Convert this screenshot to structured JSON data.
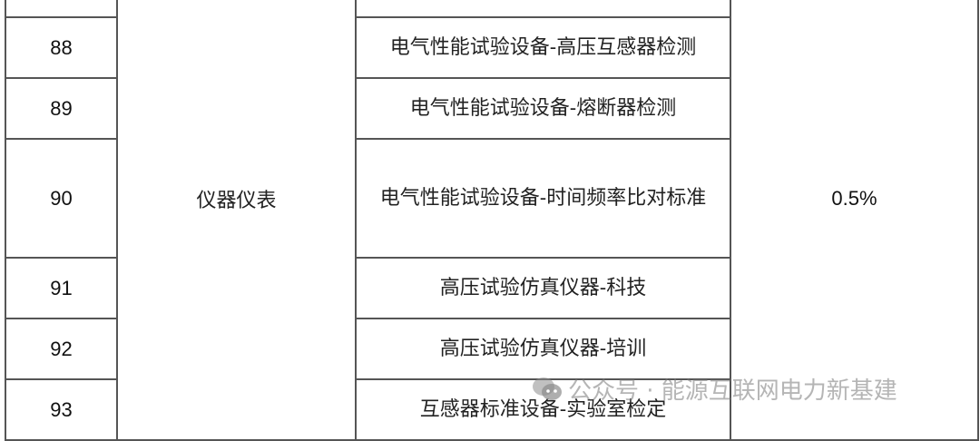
{
  "table": {
    "category": "仪器仪表",
    "rate": "0.5%",
    "rows": [
      {
        "no": "",
        "item": ""
      },
      {
        "no": "88",
        "item": "电气性能试验设备-高压互感器检测"
      },
      {
        "no": "89",
        "item": "电气性能试验设备-熔断器检测"
      },
      {
        "no": "90",
        "item": "电气性能试验设备-时间频率比对标准"
      },
      {
        "no": "91",
        "item": "高压试验仿真仪器-科技"
      },
      {
        "no": "92",
        "item": "高压试验仿真仪器-培训"
      },
      {
        "no": "93",
        "item": "互感器标准设备-实验室检定"
      }
    ]
  },
  "watermark": {
    "icon": "wechat-icon",
    "text": "公众号 · 能源互联网电力新基建"
  },
  "colors": {
    "border": "#555555",
    "text": "#1a1a1a",
    "watermark": "#9a9a9a"
  }
}
